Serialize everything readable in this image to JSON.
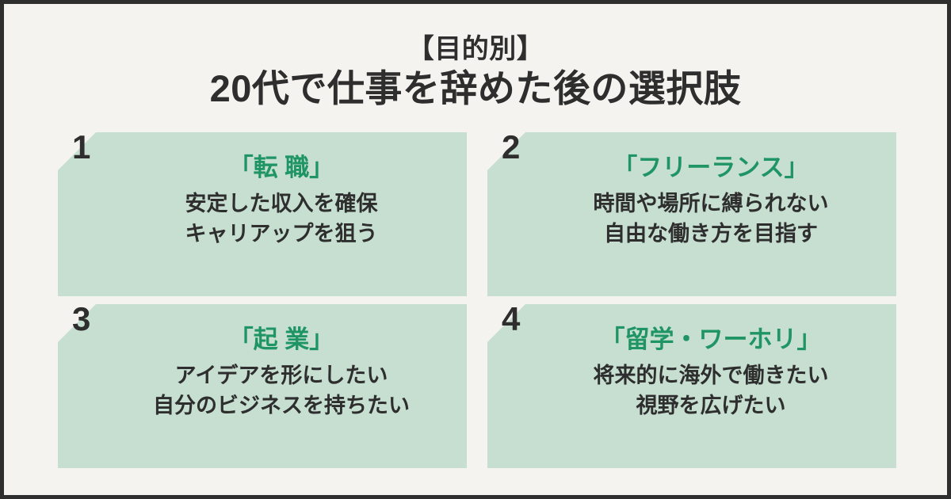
{
  "theme": {
    "frame_color": "#2e2e2e",
    "background_color": "#f5f3ef",
    "card_color": "#c6dfd1",
    "accent_color": "#1f9464",
    "text_color": "#2e2e2e"
  },
  "title": {
    "kicker": "【目的別】",
    "main": "20代で仕事を辞めた後の選択肢"
  },
  "cards": [
    {
      "number": "1",
      "heading": "「転 職」",
      "lines": [
        "安定した収入を確保",
        "キャリアップを狙う"
      ]
    },
    {
      "number": "2",
      "heading": "「フリーランス」",
      "lines": [
        "時間や場所に縛られない",
        "自由な働き方を目指す"
      ]
    },
    {
      "number": "3",
      "heading": "「起 業」",
      "lines": [
        "アイデアを形にしたい",
        "自分のビジネスを持ちたい"
      ]
    },
    {
      "number": "4",
      "heading": "「留学・ワーホリ」",
      "lines": [
        "将来的に海外で働きたい",
        "視野を広げたい"
      ]
    }
  ]
}
